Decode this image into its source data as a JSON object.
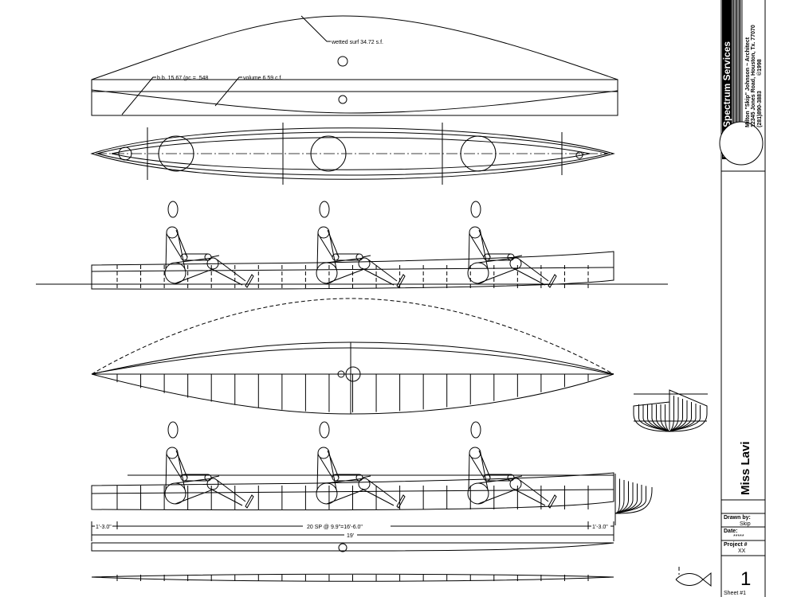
{
  "annotations": {
    "wetted_surface": "wetted surf 34.72 s.f.",
    "buoyancy": "b.b. 15.67 (pc = .548",
    "volume": "volume 6.59 c.f."
  },
  "dimensions": {
    "bow_overhang": "1'-3.0\"",
    "stations": "20 SP @ 9.9\"=16'-6.0\"",
    "stern_overhang": "1'-3.0\"",
    "overall_length": "19'"
  },
  "title_block": {
    "company": "Broad Spectrum Services",
    "architect": "Milton \"Skip\" Johnson ~ Architect",
    "address": "12345 Jones Road, Houston, Tx. 77070",
    "phone": "(281)890-3883",
    "copyright": "©1998",
    "project_name": "Miss Lavi",
    "drawn_by_label": "Drawn by:",
    "drawn_by_value": "Skip",
    "date_label": "Date:",
    "date_value": "*****",
    "project_no_label": "Project #",
    "project_no_value": "XX",
    "sheet_number": "1",
    "sheet_label": "Sheet #1"
  },
  "paddler_positions": [
    1,
    2,
    3
  ],
  "station_count": 20
}
